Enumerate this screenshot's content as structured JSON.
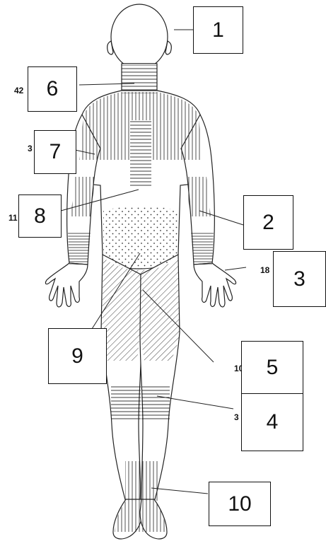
{
  "callouts": [
    {
      "id": "1",
      "label": "1"
    },
    {
      "id": "2",
      "label": "2"
    },
    {
      "id": "3",
      "label": "3"
    },
    {
      "id": "4",
      "label": "4"
    },
    {
      "id": "5",
      "label": "5"
    },
    {
      "id": "6",
      "label": "6"
    },
    {
      "id": "7",
      "label": "7"
    },
    {
      "id": "8",
      "label": "8"
    },
    {
      "id": "9",
      "label": "9"
    },
    {
      "id": "10",
      "label": "10"
    }
  ],
  "stray_text": {
    "s42": "42",
    "s3a": "3",
    "s11": "11",
    "s18": "18",
    "s10": "10",
    "s3b": "3"
  },
  "colors": {
    "ink": "#111111",
    "paper": "#ffffff"
  }
}
